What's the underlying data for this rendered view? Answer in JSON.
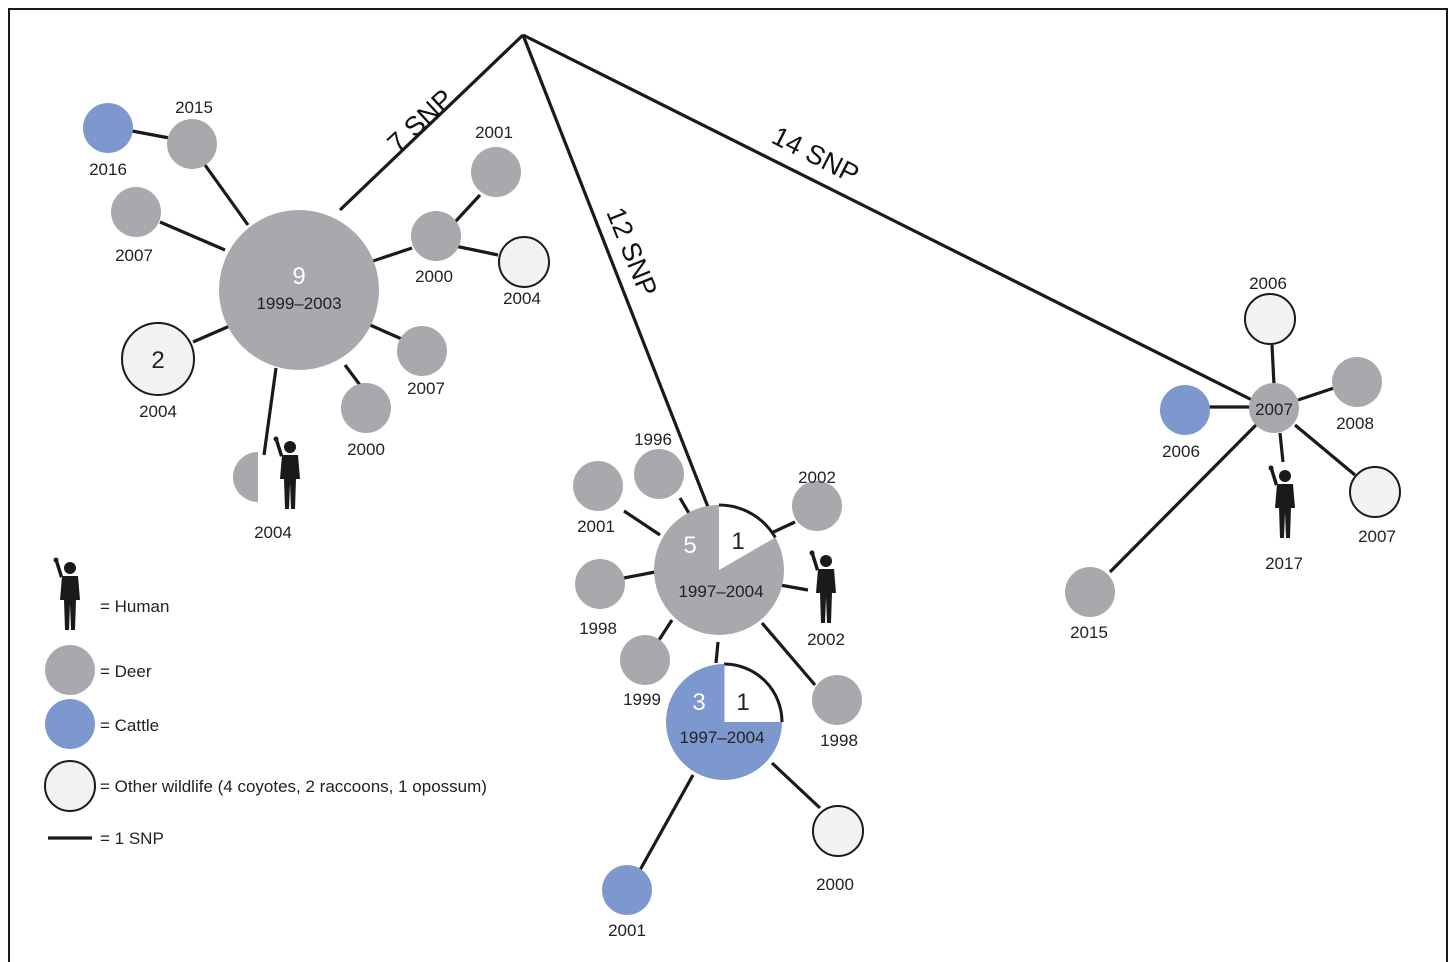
{
  "colors": {
    "deer": "#a7a9ac",
    "cattle": "#7d98ce",
    "other_wildlife": "#f1f2f2",
    "human": "#1a1a1a",
    "edge": "#1a1a1a"
  },
  "branch_labels": {
    "left": "7 SNP",
    "middle": "12 SNP",
    "right": "14 SNP"
  },
  "left_cluster": {
    "center": {
      "count": "9",
      "years": "1999–2003"
    },
    "n_2016": "2016",
    "n_2015": "2015",
    "n_2007a": "2007",
    "n_2001": "2001",
    "n_2000a": "2000",
    "n_2004a": "2004",
    "n_2004b_count": "2",
    "n_2004b": "2004",
    "n_2007b": "2007",
    "n_2000b": "2000",
    "n_2004c": "2004"
  },
  "middle_cluster": {
    "hub": {
      "count_deer": "5",
      "count_wildlife": "1",
      "years": "1997–2004"
    },
    "cattle_hub": {
      "count_cattle": "3",
      "count_wildlife": "1",
      "years": "1997–2004"
    },
    "n_1996": "1996",
    "n_2001a": "2001",
    "n_1998a": "1998",
    "n_1999": "1999",
    "n_2002a": "2002",
    "n_2002b": "2002",
    "n_1998b": "1998",
    "n_2000": "2000",
    "n_2001b": "2001"
  },
  "right_cluster": {
    "hub": "2007",
    "n_2006a": "2006",
    "n_2006b": "2006",
    "n_2008": "2008",
    "n_2007": "2007",
    "n_2017": "2017",
    "n_2015": "2015"
  },
  "legend": {
    "human": "= Human",
    "deer": "= Deer",
    "cattle": "= Cattle",
    "other": "= Other wildlife (4 coyotes, 2 raccoons, 1 opossum)",
    "edge": "= 1  SNP"
  }
}
